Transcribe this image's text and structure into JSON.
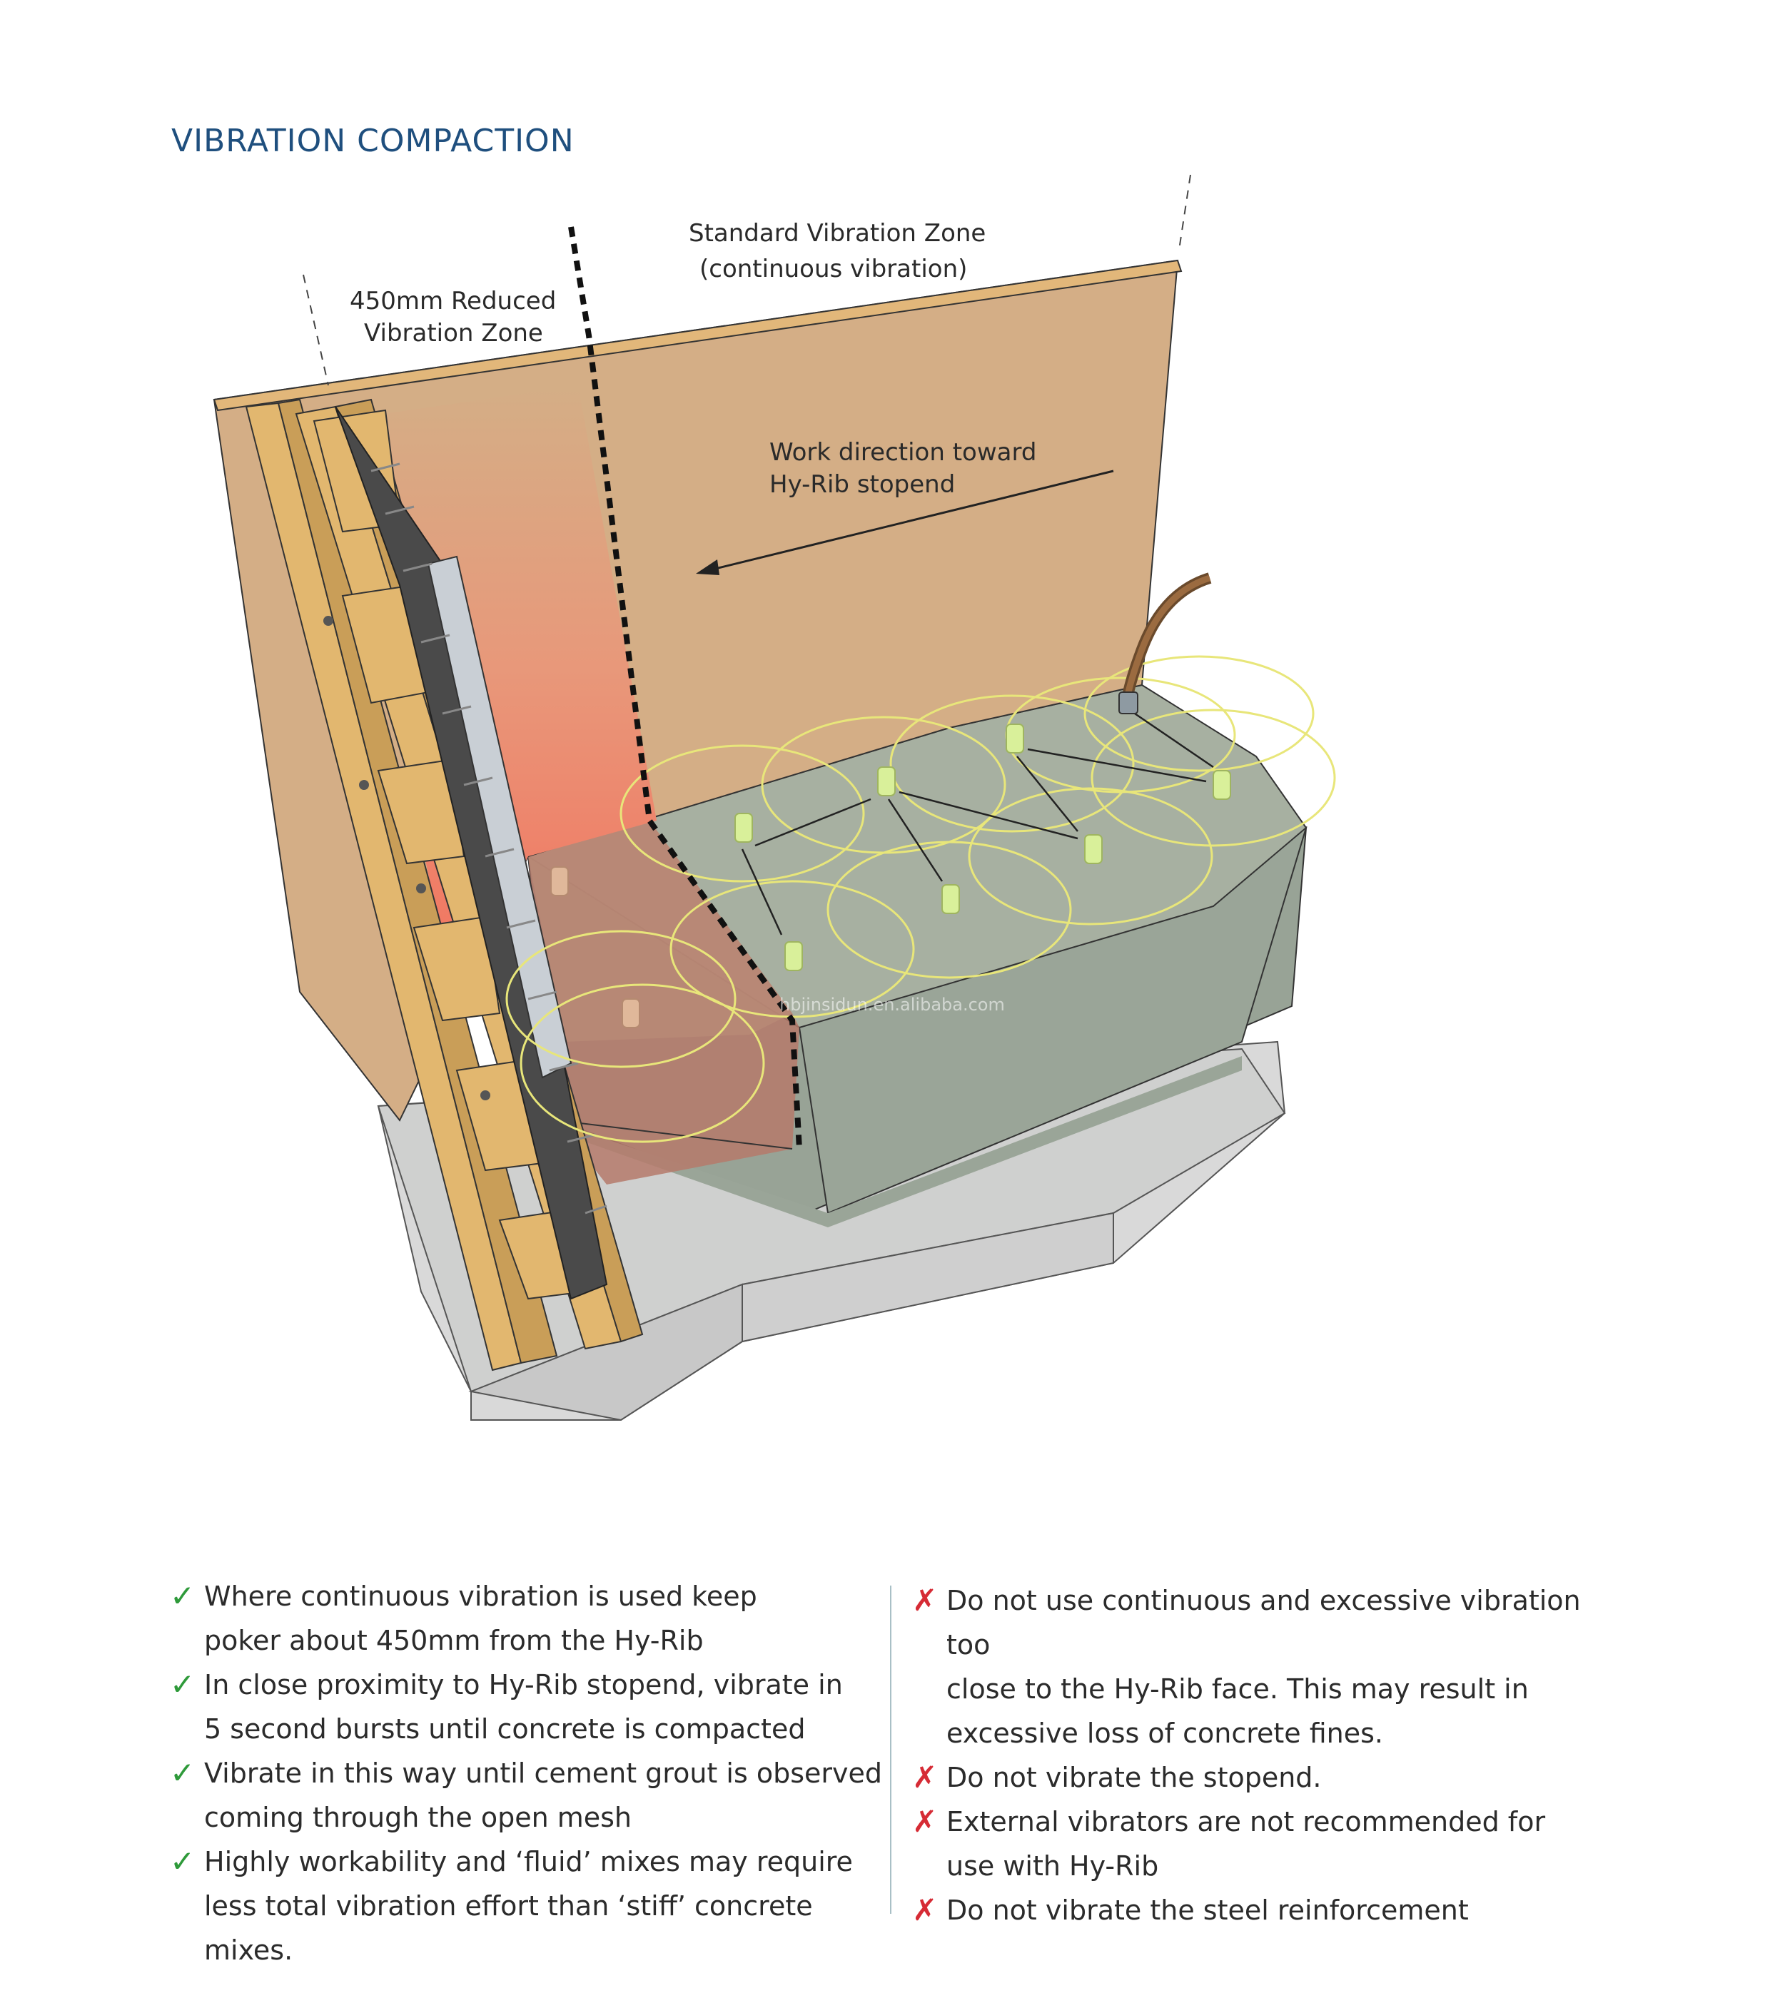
{
  "title": "VIBRATION COMPACTION",
  "diagram": {
    "label_reduced_line1": "450mm Reduced",
    "label_reduced_line2": "Vibration Zone",
    "label_standard_line1": "Standard Vibration Zone",
    "label_standard_line2": "(continuous vibration)",
    "label_direction_line1": "Work direction toward",
    "label_direction_line2": "Hy-Rib   stopend",
    "watermark": "hbjinsidun.en.alibaba.com",
    "colors": {
      "formwork": "#d4ae86",
      "timber": "#e3b876",
      "concrete_top": "#a8b1a1",
      "concrete_side": "#97a295",
      "reduced_zone": "#f27a62",
      "footing": "#d7d7d7",
      "vibration_rings": "#e8e67a",
      "pokers": "#d9f09a"
    }
  },
  "do_items": [
    {
      "line1": "Where continuous vibration is used keep",
      "line2": "poker about 450mm from the Hy-Rib"
    },
    {
      "line1": "In close proximity to Hy-Rib   stopend, vibrate in",
      "line2": "5 second bursts until concrete is compacted"
    },
    {
      "line1": "Vibrate in this way until cement grout is observed",
      "line2": "coming through the open mesh"
    },
    {
      "line1": "Highly workability and ‘fluid’ mixes may require",
      "line2": "less total vibration effort than ‘stiff’ concrete mixes."
    }
  ],
  "dont_items": [
    {
      "line1": "Do not use continuous and excessive vibration too",
      "line2": "close to the Hy-Rib   face. This may result in",
      "line3": "excessive loss of concrete fines."
    },
    {
      "line1": "Do not vibrate the stopend."
    },
    {
      "line1": "External vibrators are not recommended for",
      "line2": "use with Hy-Rib"
    },
    {
      "line1": "Do not vibrate the steel reinforcement"
    }
  ],
  "marks": {
    "ok": "✓",
    "no": "✗"
  }
}
